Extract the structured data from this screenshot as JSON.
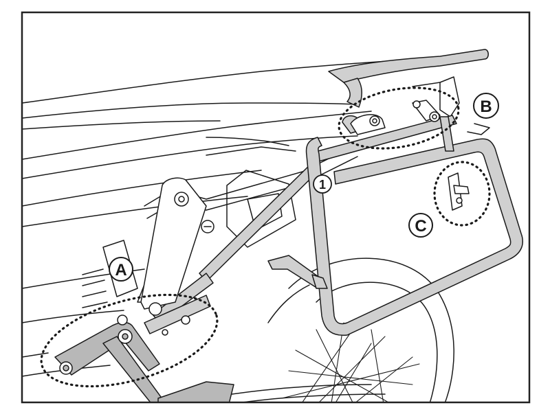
{
  "diagram": {
    "callouts": {
      "a": "A",
      "b": "B",
      "c": "C",
      "part_1": "1"
    },
    "colors": {
      "frame_border": "#222222",
      "line": "#1a1a1a",
      "rack_fill": "#d0d0d0",
      "bracket_fill": "#b8b8b8",
      "background": "#ffffff"
    }
  }
}
